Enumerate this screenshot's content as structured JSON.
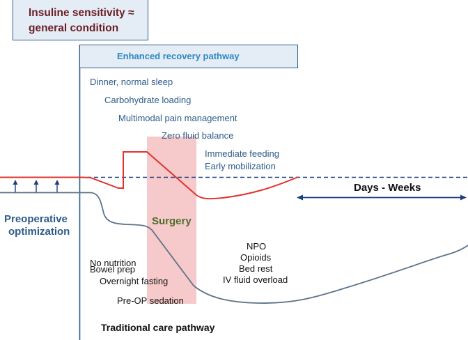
{
  "title": {
    "line1": "Insuline sensitivity ≈",
    "line2": "general condition"
  },
  "enhanced_recovery": {
    "title": "Enhanced recovery pathway",
    "items": [
      "Dinner, normal sleep",
      "Carbohydrate loading",
      "Multimodal pain management",
      "Zero fluid balance",
      "Immediate feeding",
      "Early mobilization"
    ]
  },
  "preoperative": {
    "line1": "Preoperative",
    "line2": "optimization"
  },
  "surgery_label": "Surgery",
  "duration_label": "Days - Weeks",
  "traditional": {
    "title": "Traditional care pathway",
    "pre_items": [
      "Bowel prep",
      "No nutrition",
      "Overnight fasting",
      "Pre-OP sedation"
    ],
    "post_items": [
      "NPO",
      "Opioids",
      "Bed rest",
      "IV fluid overload"
    ]
  },
  "colors": {
    "enhanced_curve": "#e0322d",
    "traditional_curve": "#5d7389",
    "dashed_baseline": "#1f3f7a",
    "surgery_band": "#f6c9cb",
    "box_fill": "#e4edf6",
    "box_border": "#2d5c86",
    "title_text": "#6b1d24",
    "pathway_text": "#2c5a8a",
    "surgery_text": "#4b6e2b",
    "erp_title_text": "#2e87c2"
  }
}
